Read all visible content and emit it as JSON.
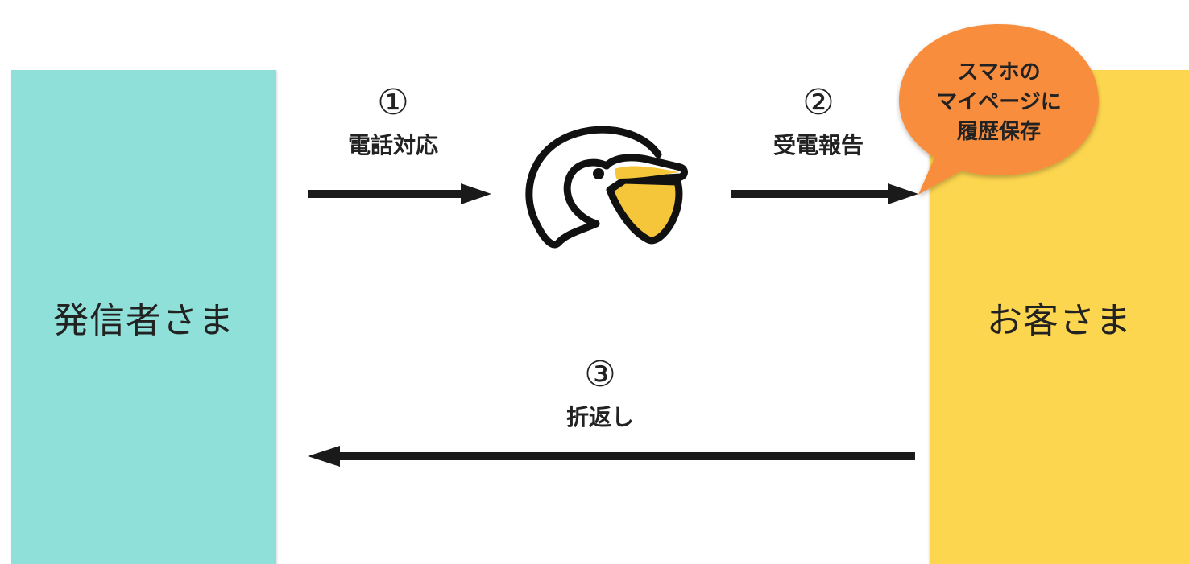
{
  "colors": {
    "sender_panel": "#8fe0d8",
    "customer_panel": "#fdd64f",
    "bubble": "#f78d3c",
    "arrow": "#1a1a1a",
    "beak": "#f5c63a"
  },
  "panels": {
    "sender": "発信者さま",
    "customer": "お客さま"
  },
  "steps": [
    {
      "num": "①",
      "label": "電話対応"
    },
    {
      "num": "②",
      "label": "受電報告"
    },
    {
      "num": "③",
      "label": "折返し"
    }
  ],
  "bubble": {
    "lines": [
      "スマホの",
      "マイページに",
      "履歴保存"
    ]
  },
  "icons": {
    "center": "pelican-logo-icon"
  }
}
